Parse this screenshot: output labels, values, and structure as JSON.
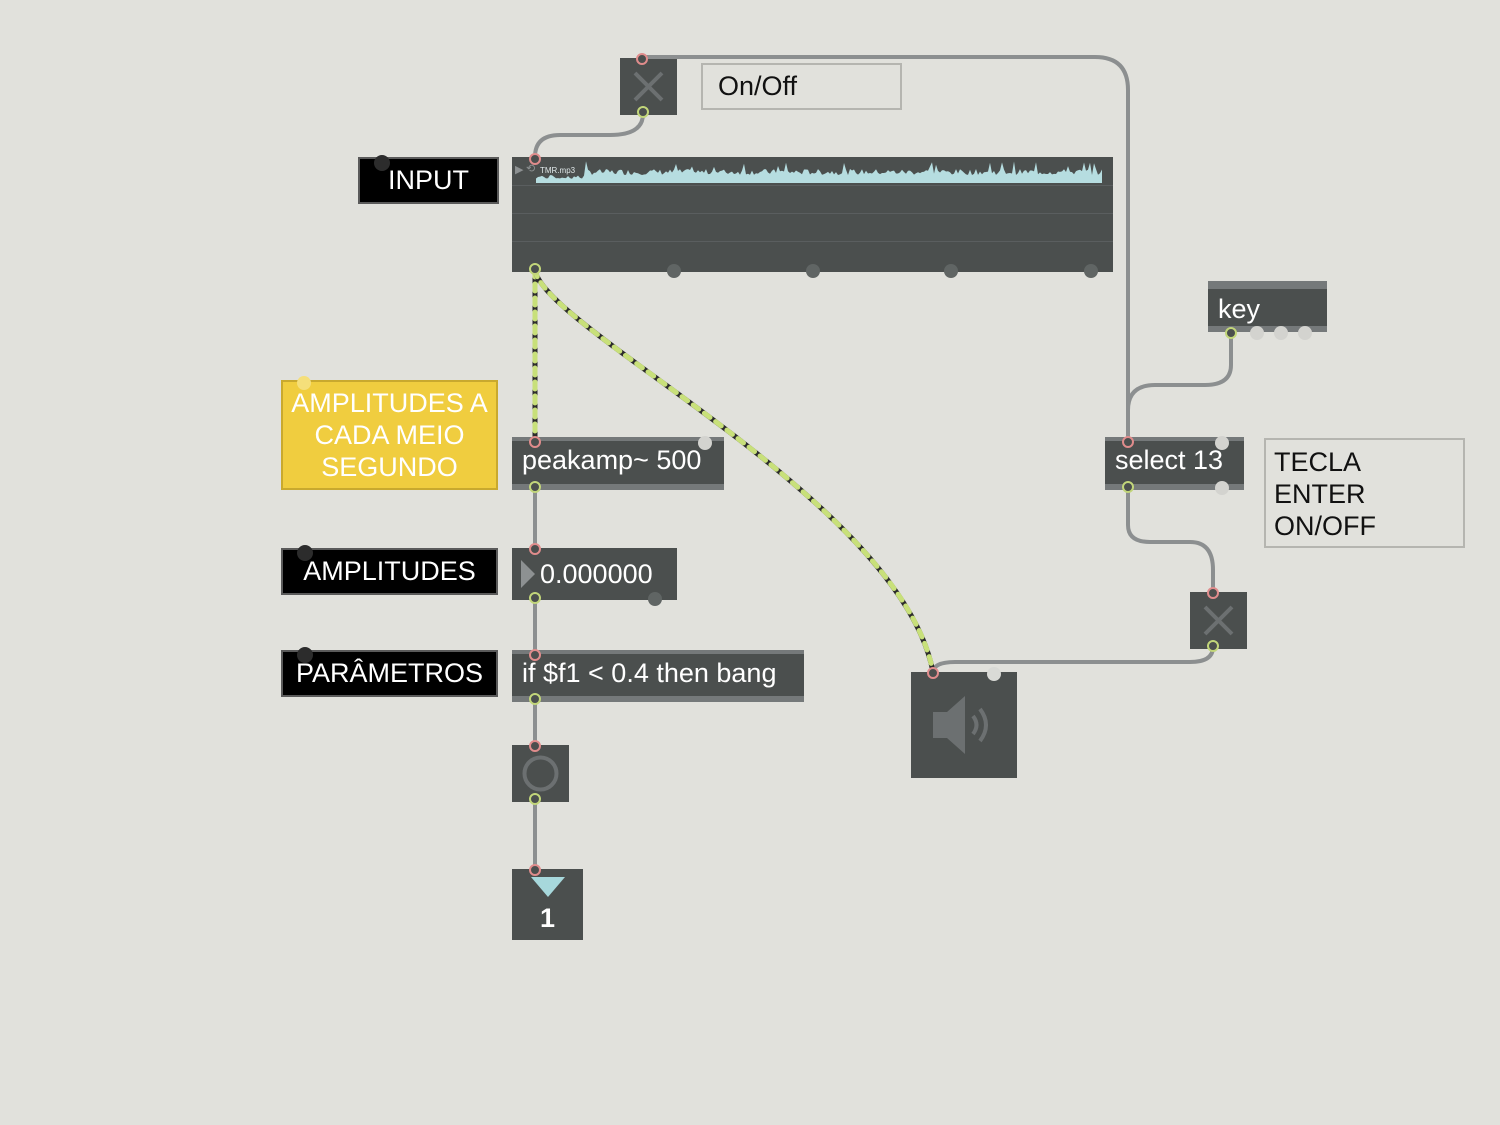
{
  "labels": {
    "input": "INPUT",
    "amplitudes_desc": "AMPLITUDES A CADA MEIO SEGUNDO",
    "amplitudes": "AMPLITUDES",
    "parametros": "PARÂMETROS"
  },
  "comments": {
    "onoff": "On/Off",
    "tecla": "TECLA ENTER ON/OFF"
  },
  "objects": {
    "peakamp": "peakamp~ 500",
    "select": "select 13",
    "key": "key",
    "if_expr": "if $f1 < 0.4 then bang"
  },
  "number_box": {
    "value": "0.000000"
  },
  "waveform": {
    "filename": "TMR.mp3"
  },
  "outlet_object": {
    "value": "1"
  },
  "icons": [
    "toggle-icon",
    "speaker-icon",
    "bang-icon",
    "play-icon",
    "loop-icon",
    "outlet-arrow-icon"
  ],
  "colors": {
    "background": "#e1e1dc",
    "box": "#4b4f4e",
    "yellow_comment": "#f0cd3f",
    "waveform": "#b6dde0",
    "signal_wire": "#c8e07a"
  }
}
